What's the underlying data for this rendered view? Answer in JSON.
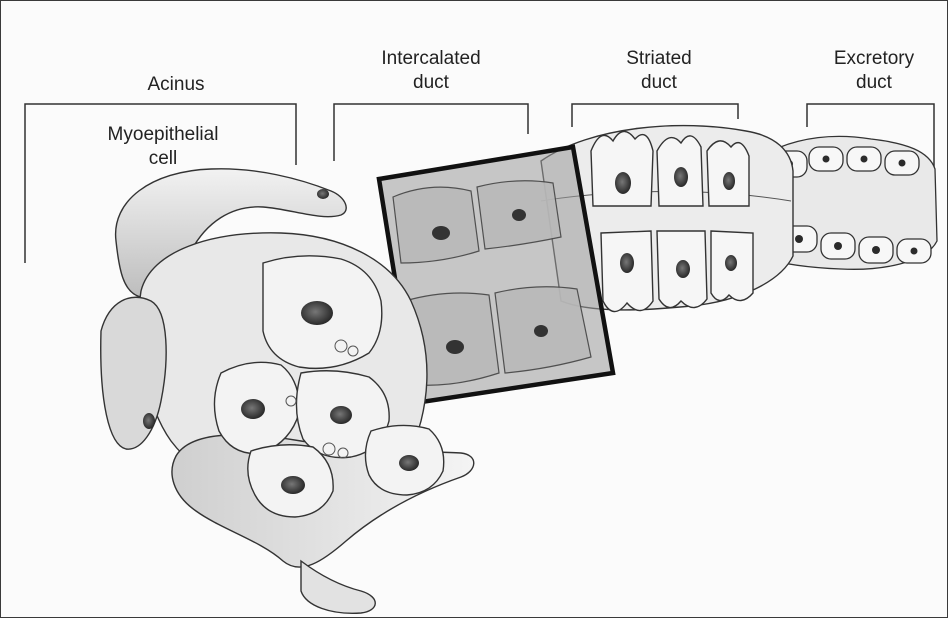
{
  "labels": {
    "acinus": "Acinus",
    "myoepithelial": {
      "line1": "Myoepithelial",
      "line2": "cell"
    },
    "intercalated": {
      "line1": "Intercalated",
      "line2": "duct"
    },
    "striated": {
      "line1": "Striated",
      "line2": "duct"
    },
    "excretory": {
      "line1": "Excretory",
      "line2": "duct"
    }
  },
  "colors": {
    "background": "#fbfbfb",
    "ink": "#222222",
    "highlight_frame": "#111111",
    "highlight_fill": "#9a9a9a"
  }
}
